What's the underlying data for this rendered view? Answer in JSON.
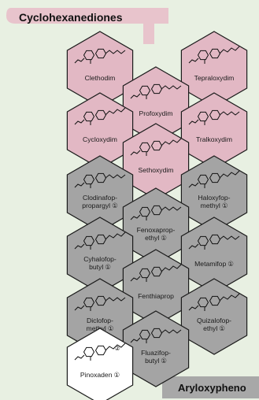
{
  "groups": {
    "cyclohexanediones": "Cyclohexanediones",
    "aryloxyphenoxy": "Aryloxypheno"
  },
  "colors": {
    "background": "#e8f0e2",
    "cyclohexanedione_fill": "#e2b8c4",
    "aryloxyphenoxy_fill": "#a4a4a4",
    "phenylpyrazoline_fill": "#ffffff",
    "banner_fill": "#e8c4cc",
    "bar_fill": "#a8a8a8"
  },
  "compounds": [
    {
      "id": "clethodim",
      "lines": [
        "Clethodim"
      ],
      "group": "cyclohexanedione",
      "marker": ""
    },
    {
      "id": "tepraloxydim",
      "lines": [
        "Tepraloxydim"
      ],
      "group": "cyclohexanedione",
      "marker": ""
    },
    {
      "id": "profoxydim",
      "lines": [
        "Profoxydim"
      ],
      "group": "cyclohexanedione",
      "marker": ""
    },
    {
      "id": "cycloxydim",
      "lines": [
        "Cycloxydim"
      ],
      "group": "cyclohexanedione",
      "marker": ""
    },
    {
      "id": "tralkoxydim",
      "lines": [
        "Tralkoxydim"
      ],
      "group": "cyclohexanedione",
      "marker": ""
    },
    {
      "id": "sethoxydim",
      "lines": [
        "Sethoxydim"
      ],
      "group": "cyclohexanedione",
      "marker": ""
    },
    {
      "id": "clodinafop-propargyl",
      "lines": [
        "Clodinafop-",
        "propargyl"
      ],
      "group": "aryloxyphenoxy",
      "marker": "①"
    },
    {
      "id": "haloxyfop-methyl",
      "lines": [
        "Haloxyfop-",
        "methyl"
      ],
      "group": "aryloxyphenoxy",
      "marker": "①"
    },
    {
      "id": "fenoxaprop-ethyl",
      "lines": [
        "Fenoxaprop-",
        "ethyl"
      ],
      "group": "aryloxyphenoxy",
      "marker": "①"
    },
    {
      "id": "cyhalofop-butyl",
      "lines": [
        "Cyhalofop-",
        "butyl"
      ],
      "group": "aryloxyphenoxy",
      "marker": "①"
    },
    {
      "id": "metamifop",
      "lines": [
        "Metamifop"
      ],
      "group": "aryloxyphenoxy",
      "marker": "①"
    },
    {
      "id": "fenthiaprop",
      "lines": [
        "Fenthiaprop"
      ],
      "group": "aryloxyphenoxy",
      "marker": ""
    },
    {
      "id": "diclofop-methyl",
      "lines": [
        "Diclofop-",
        "methyl"
      ],
      "group": "aryloxyphenoxy",
      "marker": "①"
    },
    {
      "id": "quizalofop-ethyl",
      "lines": [
        "Quizalofop-",
        "ethyl"
      ],
      "group": "aryloxyphenoxy",
      "marker": "①"
    },
    {
      "id": "fluazifop-butyl",
      "lines": [
        "Fluazifop-",
        "butyl"
      ],
      "group": "aryloxyphenoxy",
      "marker": "①"
    },
    {
      "id": "pinoxaden",
      "lines": [
        "Pinoxaden"
      ],
      "group": "phenylpyrazoline",
      "marker": "①",
      "marker_top": "②"
    }
  ]
}
